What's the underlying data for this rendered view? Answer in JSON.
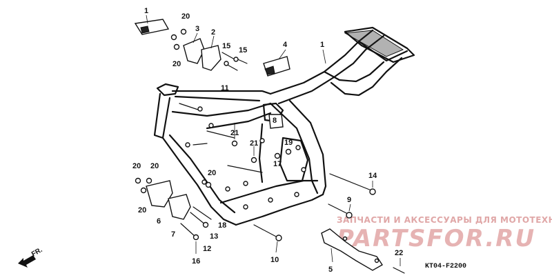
{
  "callouts": [
    "1",
    "2",
    "3",
    "4",
    "4",
    "5",
    "6",
    "7",
    "8",
    "9",
    "10",
    "11",
    "12",
    "13",
    "14",
    "15",
    "15",
    "16",
    "17",
    "18",
    "19",
    "20",
    "20",
    "20",
    "20",
    "20",
    "20",
    "20",
    "21",
    "21",
    "22"
  ],
  "watermark": {
    "tagline": "ЗАПЧАСТИ И АКСЕССУАРЫ ДЛЯ МОТОТЕХНИКИ",
    "site": "PARTSFOR.RU"
  },
  "diagram_code": "KT04-F2200",
  "direction_label": "FR."
}
